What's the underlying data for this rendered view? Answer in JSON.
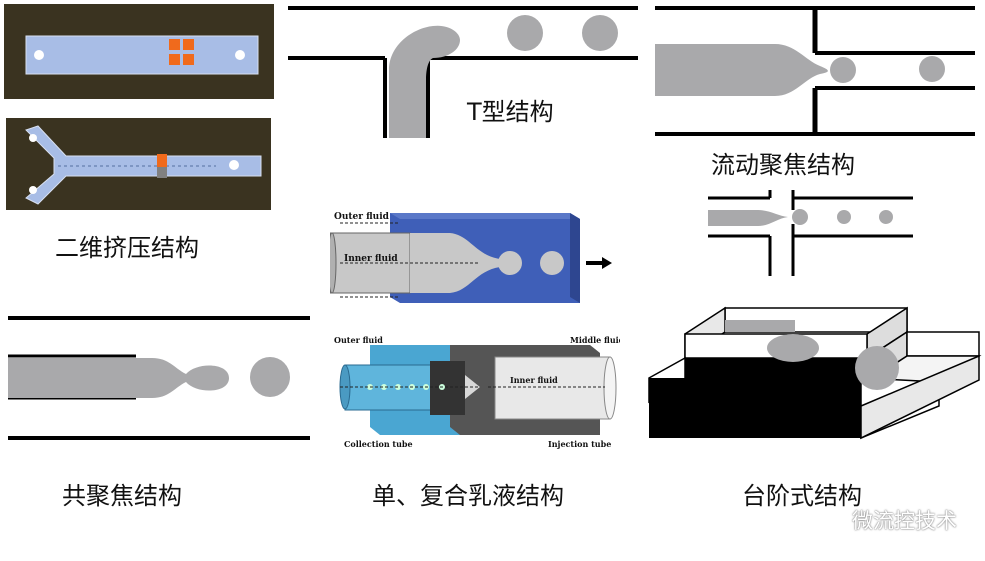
{
  "labels": {
    "two_d": "二维挤压结构",
    "t_type": "T型结构",
    "flow_focus": "流动聚焦结构",
    "co_focus": "共聚焦结构",
    "emulsion": "单、复合乳液结构",
    "step": "台阶式结构"
  },
  "emulsion_single": {
    "outer_fluid": "Outer fluid",
    "inner_fluid": "Inner fluid"
  },
  "emulsion_double": {
    "outer_fluid": "Outer fluid",
    "middle_fluid": "Middle fluid",
    "inner_fluid": "Inner fluid",
    "collection_tube": "Collection tube",
    "injection_tube": "Injection tube"
  },
  "watermark": {
    "text": "微流控技术",
    "icon": "wechat-icon"
  },
  "colors": {
    "chip_bg": "#3a3320",
    "channel": "#9fb6e0",
    "orange": "#f06a1c",
    "gray": "#a9a9ab",
    "blue_block": "#3a5ab0",
    "cyan_block": "#4aa6d2"
  }
}
